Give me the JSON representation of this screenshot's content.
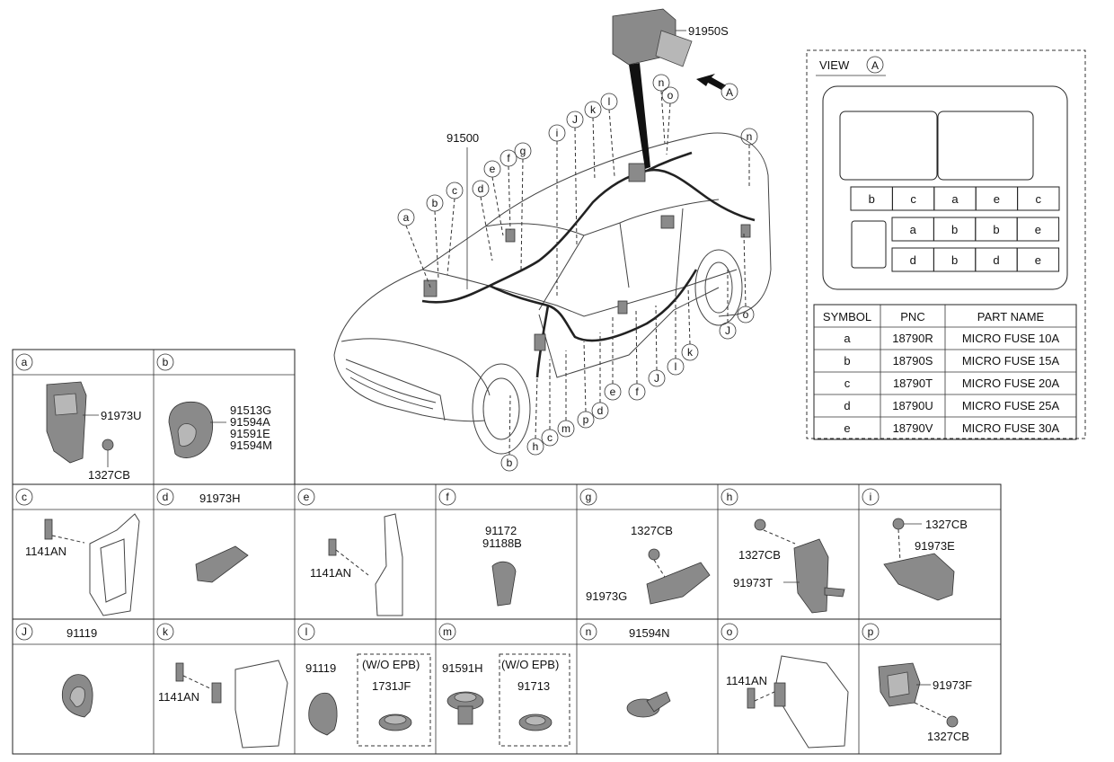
{
  "main": {
    "top_part": "91950S",
    "harness_part": "91500",
    "view_arrow_letter": "A",
    "callouts_top": [
      "a",
      "b",
      "c",
      "d",
      "e",
      "f",
      "g",
      "i",
      "J",
      "k",
      "l",
      "n",
      "o",
      "n"
    ],
    "callouts_bottom": [
      "b",
      "h",
      "c",
      "m",
      "p",
      "d",
      "e",
      "f",
      "J",
      "l",
      "k",
      "J",
      "o"
    ]
  },
  "view": {
    "title": "VIEW",
    "letter": "A",
    "row1": [
      "b",
      "c",
      "a",
      "e",
      "c"
    ],
    "row2": [
      "a",
      "b",
      "b",
      "e"
    ],
    "row3": [
      "d",
      "b",
      "d",
      "e"
    ]
  },
  "fuse_table": {
    "headers": [
      "SYMBOL",
      "PNC",
      "PART NAME"
    ],
    "rows": [
      [
        "a",
        "18790R",
        "MICRO FUSE 10A"
      ],
      [
        "b",
        "18790S",
        "MICRO FUSE 15A"
      ],
      [
        "c",
        "18790T",
        "MICRO FUSE 20A"
      ],
      [
        "d",
        "18790U",
        "MICRO FUSE 25A"
      ],
      [
        "e",
        "18790V",
        "MICRO FUSE 30A"
      ]
    ]
  },
  "cells": {
    "a": {
      "letter": "a",
      "parts": [
        "91973U",
        "1327CB"
      ]
    },
    "b": {
      "letter": "b",
      "parts": [
        "91513G",
        "91594A",
        "91591E",
        "91594M"
      ]
    },
    "c": {
      "letter": "c",
      "parts": [
        "1141AN"
      ]
    },
    "d": {
      "letter": "d",
      "title": "91973H"
    },
    "e": {
      "letter": "e",
      "parts": [
        "1141AN"
      ]
    },
    "f": {
      "letter": "f",
      "parts": [
        "91172",
        "91188B"
      ]
    },
    "g": {
      "letter": "g",
      "parts": [
        "1327CB",
        "91973G"
      ]
    },
    "h": {
      "letter": "h",
      "parts": [
        "1327CB",
        "91973T"
      ]
    },
    "i": {
      "letter": "i",
      "parts": [
        "1327CB",
        "91973E"
      ]
    },
    "J": {
      "letter": "J",
      "title": "91119"
    },
    "k": {
      "letter": "k",
      "parts": [
        "1141AN"
      ]
    },
    "l": {
      "letter": "l",
      "parts": [
        "91119"
      ],
      "wo_label": "(W/O EPB)",
      "wo_part": "1731JF"
    },
    "m": {
      "letter": "m",
      "parts": [
        "91591H"
      ],
      "wo_label": "(W/O EPB)",
      "wo_part": "91713"
    },
    "n": {
      "letter": "n",
      "title": "91594N"
    },
    "o": {
      "letter": "o",
      "parts": [
        "1141AN"
      ]
    },
    "p": {
      "letter": "p",
      "parts": [
        "91973F",
        "1327CB"
      ]
    }
  }
}
